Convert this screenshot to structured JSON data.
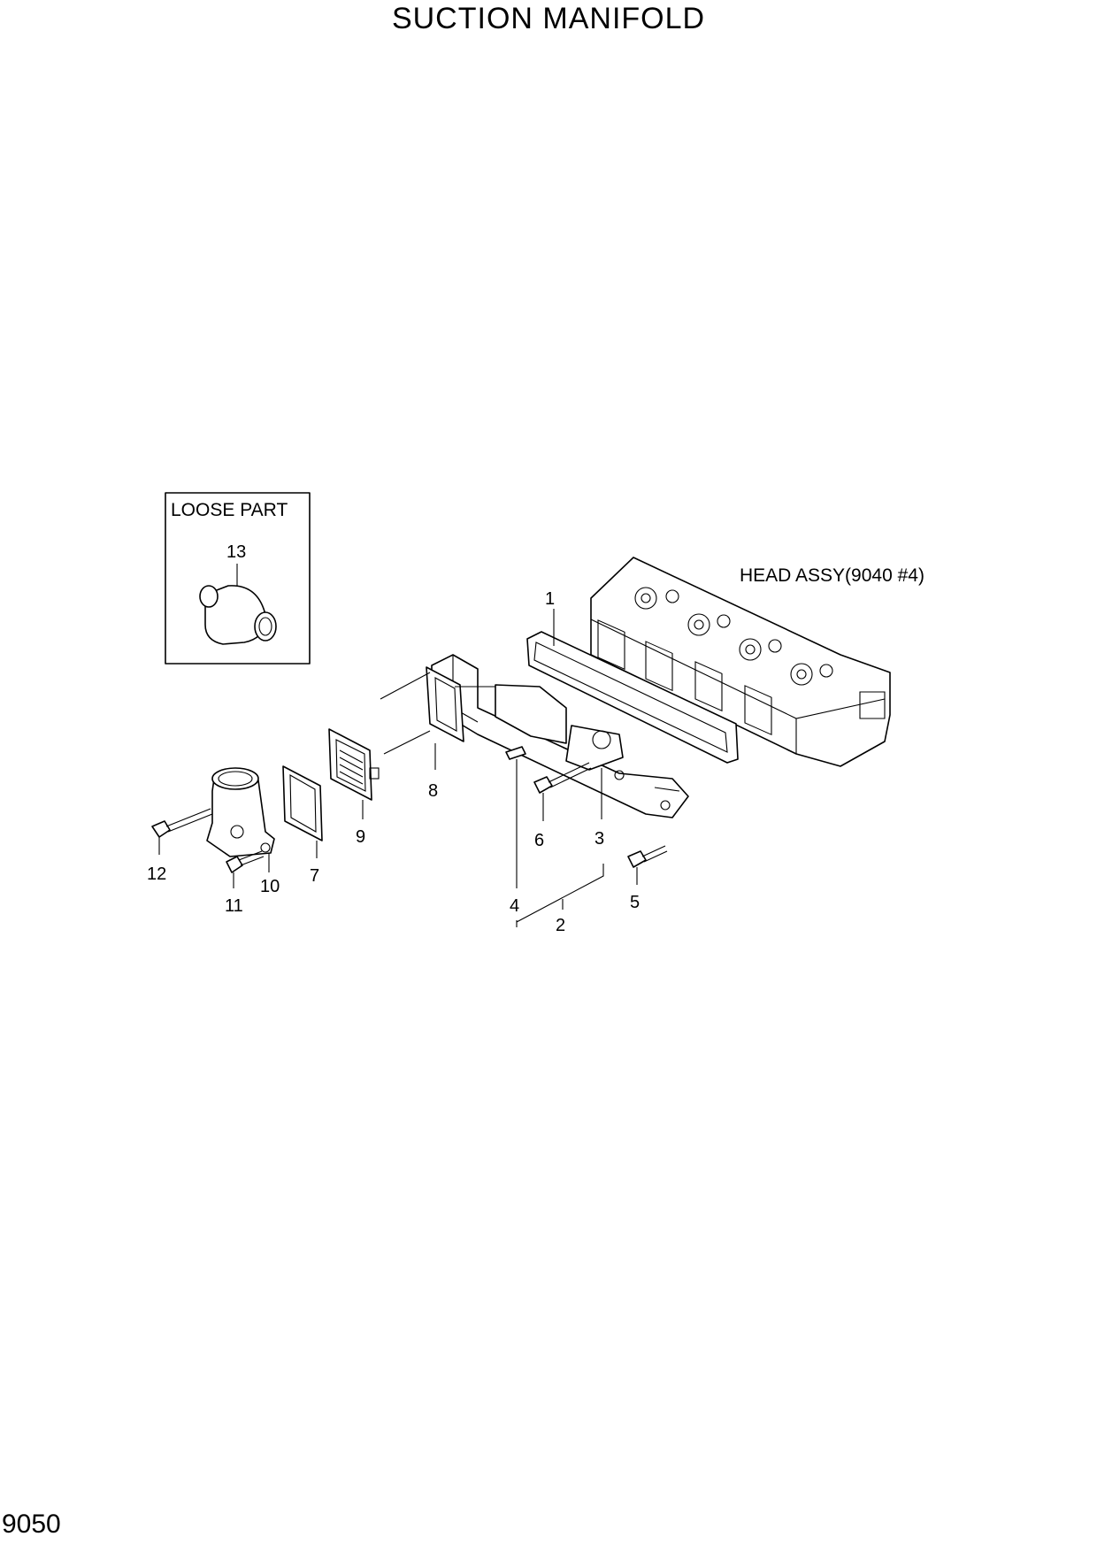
{
  "title": "SUCTION MANIFOLD",
  "page_number": "9050",
  "loose_part_box": {
    "label": "LOOSE PART",
    "item": "13"
  },
  "head_assy_label": "HEAD ASSY(9040 #4)",
  "callouts": {
    "c1": "1",
    "c2": "2",
    "c3": "3",
    "c4": "4",
    "c5": "5",
    "c6": "6",
    "c7": "7",
    "c8": "8",
    "c9": "9",
    "c10": "10",
    "c11": "11",
    "c12": "12"
  }
}
